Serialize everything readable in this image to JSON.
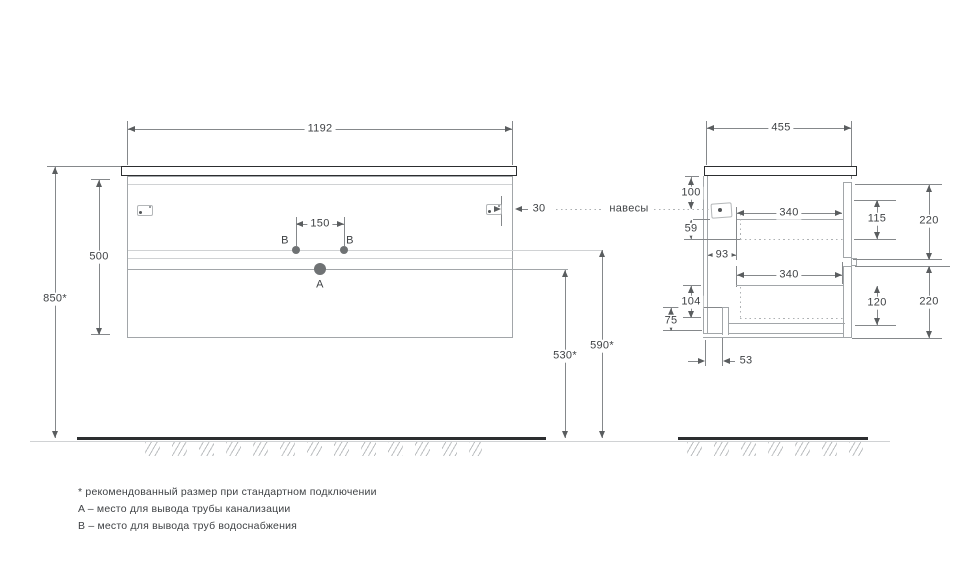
{
  "dims": {
    "front_width": "1192",
    "front_height": "500",
    "mount_height": "850*",
    "b_spacing": "150",
    "hinge_offset": "30",
    "hangers_label": "навесы",
    "a_height": "530*",
    "b_height": "590*",
    "label_a": "A",
    "label_b_left": "B",
    "label_b_right": "B",
    "side_depth": "455",
    "side_top_to_bracket": "100",
    "side_bracket_to_bottom": "59",
    "side_back_clearance": "93",
    "side_drawer_depth_top": "340",
    "side_drawer_depth_bottom": "340",
    "side_inner_height_top": "115",
    "side_front_height_top": "220",
    "side_inner_height_bottom_back": "104",
    "side_step_height": "75",
    "side_inner_height_bottom": "120",
    "side_front_height_bottom": "220",
    "side_siphon_offset": "53"
  },
  "footnotes": {
    "line1": "* рекомендованный размер при стандартном подключении",
    "line2": "A – место для вывода трубы канализации",
    "line3": "B – место для вывода труб водоснабжения"
  },
  "colors": {
    "ink_dark": "#2c2e30",
    "cabinet_line": "#a2a6a9",
    "dim_line": "#85888b",
    "text": "#3f4245",
    "point_fill": "#6f7274"
  }
}
